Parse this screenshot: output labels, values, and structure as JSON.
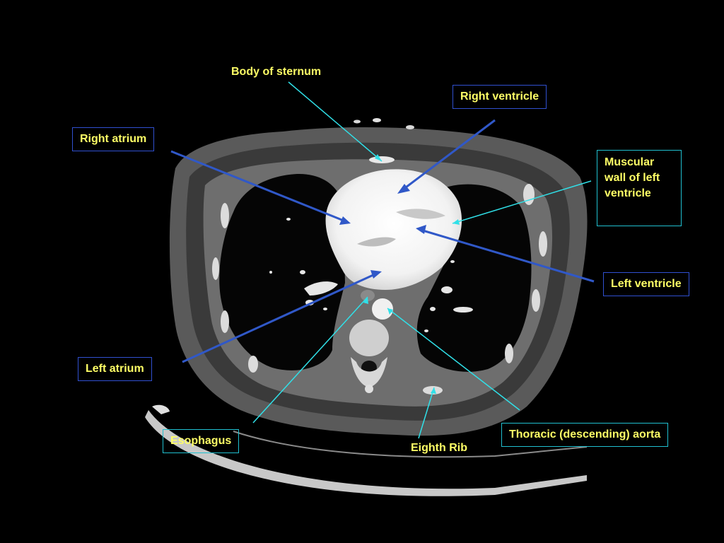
{
  "colors": {
    "background": "#000000",
    "label_text": "#ffff66",
    "box_border_blue": "#3050d0",
    "box_border_cyan": "#20c0d0",
    "arrow_blue": "#3058c8",
    "leader_cyan": "#30e0e8"
  },
  "labels": {
    "body_of_sternum": "Body of sternum",
    "right_ventricle": "Right ventricle",
    "right_atrium": "Right atrium",
    "muscular_wall": "Muscular wall of left ventricle",
    "left_ventricle": "Left ventricle",
    "left_atrium": "Left atrium",
    "esophagus": "Esophagus",
    "eighth_rib": "Eighth Rib",
    "thoracic_aorta": "Thoracic (descending) aorta"
  }
}
